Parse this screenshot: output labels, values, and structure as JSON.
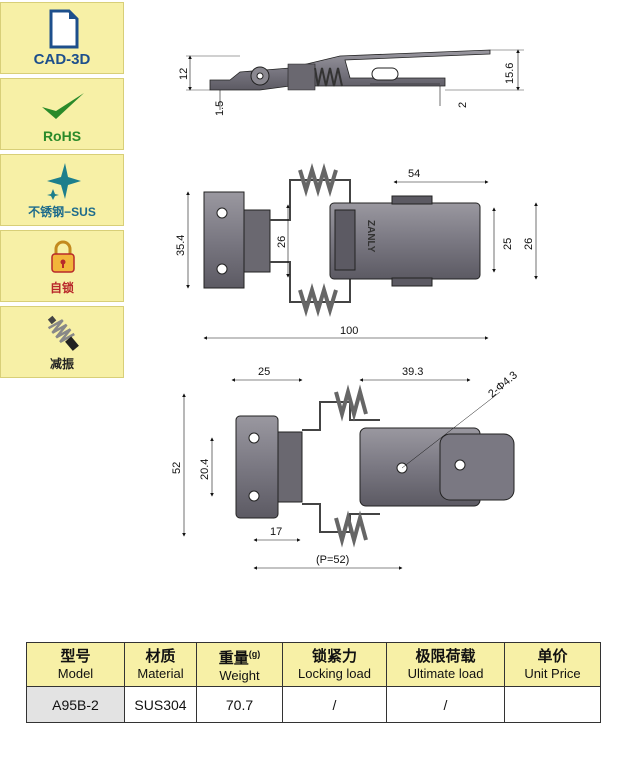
{
  "sidebar": {
    "badges": [
      {
        "label": "CAD-3D",
        "icon": "document-icon",
        "color": "#1d4f8c"
      },
      {
        "label": "RoHS",
        "icon": "checkmark-icon",
        "color": "#2a8a2a"
      },
      {
        "label": "不锈钢−SUS",
        "icon": "star-icon",
        "color": "#1d6b8c"
      },
      {
        "label": "自锁",
        "icon": "padlock-icon",
        "color": "#b8282a"
      },
      {
        "label": "减振",
        "icon": "spring-icon",
        "color": "#222222"
      }
    ]
  },
  "drawing": {
    "side_dims": [
      "12",
      "15.6",
      "1.5",
      "2"
    ],
    "top_dims": [
      "54",
      "35.4",
      "26",
      "25",
      "26",
      "100"
    ],
    "front_dims": [
      "25",
      "39.3",
      "2-Φ4.3",
      "52",
      "20.4",
      "17",
      "(P=52)"
    ],
    "engraving": "ZANLY"
  },
  "table": {
    "headers": [
      {
        "cn": "型号",
        "en": "Model"
      },
      {
        "cn": "材质",
        "en": "Material"
      },
      {
        "cn": "重量",
        "en": "Weight",
        "sup": "(g)"
      },
      {
        "cn": "锁紧力",
        "en": "Locking load"
      },
      {
        "cn": "极限荷载",
        "en": "Ultimate load"
      },
      {
        "cn": "单价",
        "en": "Unit Price"
      }
    ],
    "row": {
      "model": "A95B-2",
      "material": "SUS304",
      "weight": "70.7",
      "locking_load": "/",
      "ultimate_load": "/",
      "unit_price": ""
    }
  }
}
